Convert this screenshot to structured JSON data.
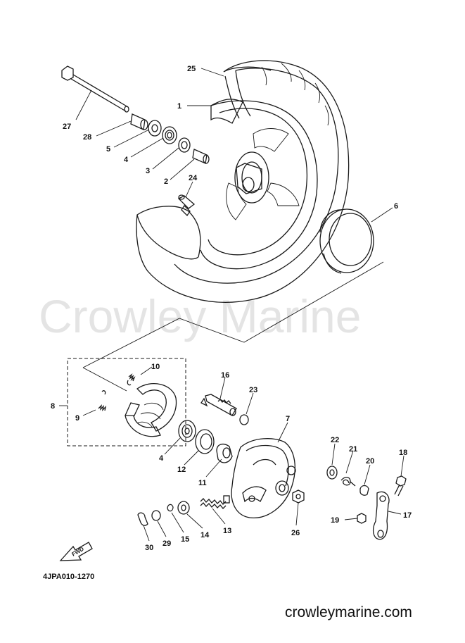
{
  "watermark": "Crowley Marine",
  "diagram_code": "4JPA010-1270",
  "website": "crowleymarine.com",
  "fwd_label": "FWD",
  "callouts": [
    {
      "id": "c25",
      "text": "25"
    },
    {
      "id": "c1",
      "text": "1"
    },
    {
      "id": "c27",
      "text": "27"
    },
    {
      "id": "c28",
      "text": "28"
    },
    {
      "id": "c5a",
      "text": "5"
    },
    {
      "id": "c4a",
      "text": "4"
    },
    {
      "id": "c3",
      "text": "3"
    },
    {
      "id": "c2",
      "text": "2"
    },
    {
      "id": "c24",
      "text": "24"
    },
    {
      "id": "c6",
      "text": "6"
    },
    {
      "id": "c10",
      "text": "10"
    },
    {
      "id": "c8",
      "text": "8"
    },
    {
      "id": "c9",
      "text": "9"
    },
    {
      "id": "c16",
      "text": "16"
    },
    {
      "id": "c23",
      "text": "23"
    },
    {
      "id": "c7",
      "text": "7"
    },
    {
      "id": "c4b",
      "text": "4"
    },
    {
      "id": "c12",
      "text": "12"
    },
    {
      "id": "c11",
      "text": "11"
    },
    {
      "id": "c22",
      "text": "22"
    },
    {
      "id": "c21",
      "text": "21"
    },
    {
      "id": "c20",
      "text": "20"
    },
    {
      "id": "c18",
      "text": "18"
    },
    {
      "id": "c17",
      "text": "17"
    },
    {
      "id": "c19",
      "text": "19"
    },
    {
      "id": "c13",
      "text": "13"
    },
    {
      "id": "c26",
      "text": "26"
    },
    {
      "id": "c14",
      "text": "14"
    },
    {
      "id": "c15",
      "text": "15"
    },
    {
      "id": "c29",
      "text": "29"
    },
    {
      "id": "c30",
      "text": "30"
    }
  ]
}
